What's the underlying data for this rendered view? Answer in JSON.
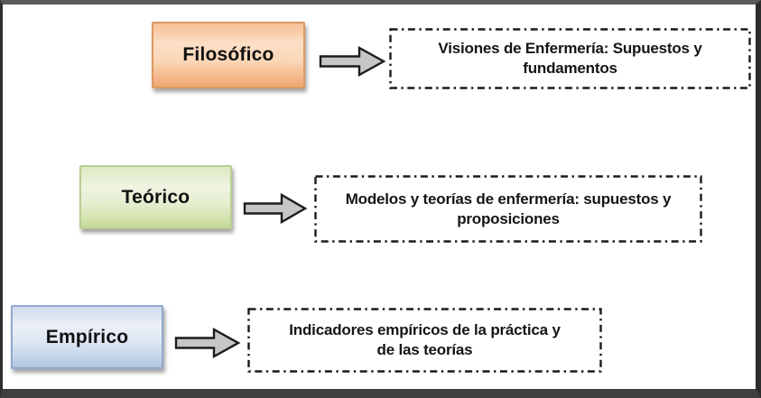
{
  "diagram": {
    "levels": [
      {
        "label": "Filosófico",
        "box_fill": "#FBD8B8",
        "box_border": "#DC9A62",
        "target": {
          "lines": [
            "Visiones de Enfermería: Supuestos y",
            "fundamentos"
          ]
        }
      },
      {
        "label": "Teórico",
        "box_fill": "#E6EED2",
        "box_border": "#B9CF92",
        "target": {
          "lines": [
            "Modelos y teorías de enfermería: supuestos y",
            "proposiciones"
          ]
        }
      },
      {
        "label": "Empírico",
        "box_fill": "#DDE6F2",
        "box_border": "#90A9CD",
        "target": {
          "lines": [
            "Indicadores empíricos de la práctica y",
            "de las teorías"
          ]
        }
      }
    ],
    "arrow": {
      "fill": "#C6C6C6",
      "outline": "#1C1C1C"
    },
    "dashed_border_color": "#1A1A1A",
    "frame_color": "#3F3F3F",
    "background": "#FFFFFF",
    "text_color": "#111111"
  }
}
